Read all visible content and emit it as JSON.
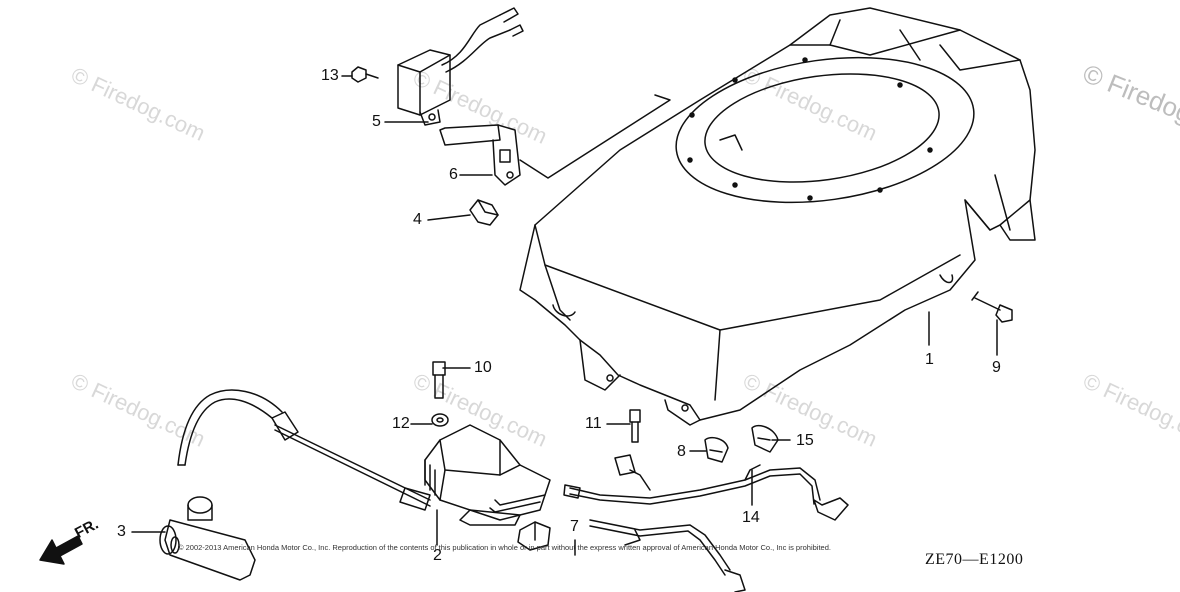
{
  "watermark": {
    "text_short": "Firedog.com",
    "text_full": "© Firedog.com",
    "symbol": "©"
  },
  "callouts": {
    "p1": "1",
    "p2": "2",
    "p3": "3",
    "p4": "4",
    "p5": "5",
    "p6": "6",
    "p7": "7",
    "p8": "8",
    "p9": "9",
    "p10": "10",
    "p11": "11",
    "p12": "12",
    "p13": "13",
    "p14": "14",
    "p15": "15"
  },
  "direction_marker": "FR.",
  "copyright": "© 2002-2013 American Honda Motor Co., Inc. Reproduction of the contents of this publication in whole or in part without the express written approval of American Honda Motor Co., Inc is prohibited.",
  "diagram_code": "ZE70—E1200"
}
